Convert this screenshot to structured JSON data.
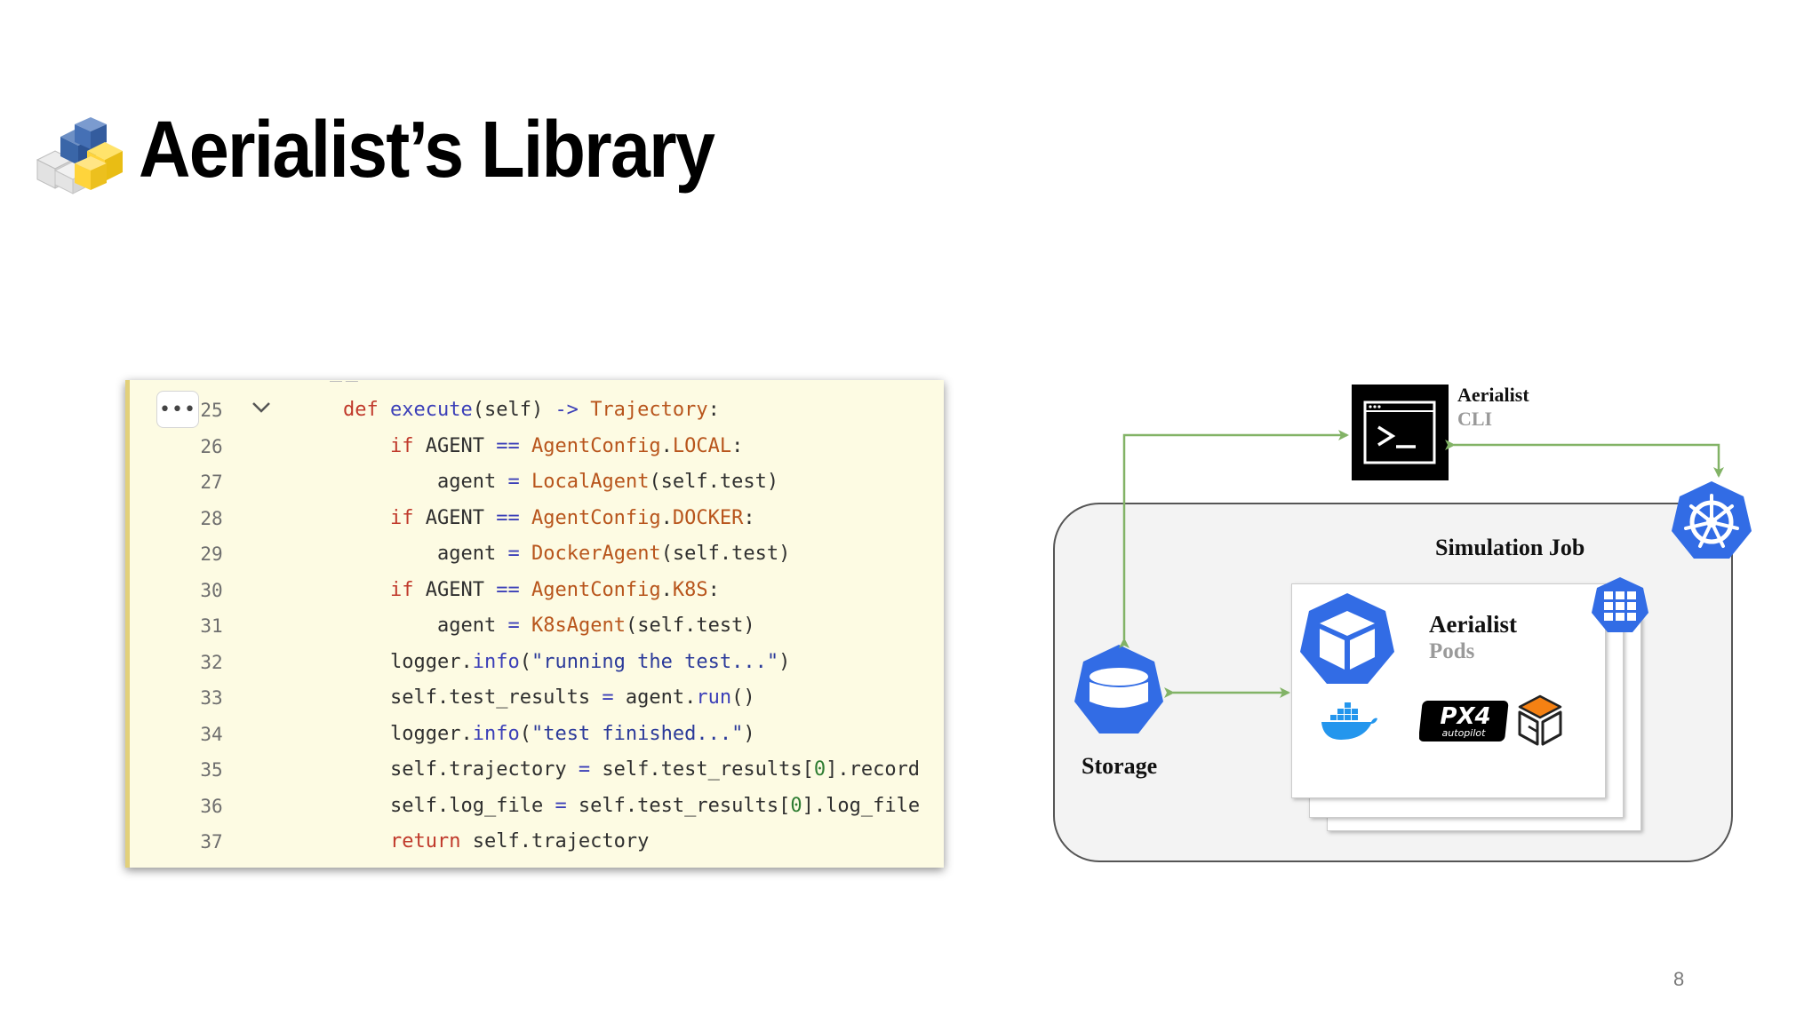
{
  "slide": {
    "title": "Aerialist’s Library",
    "page_number": "8"
  },
  "code": {
    "lines": [
      {
        "num": "25",
        "tokens": [
          {
            "t": "def",
            "c": "kw"
          },
          {
            "t": " "
          },
          {
            "t": "execute",
            "c": "fn"
          },
          {
            "t": "(self) "
          },
          {
            "t": "->",
            "c": "op"
          },
          {
            "t": " "
          },
          {
            "t": "Trajectory",
            "c": "ty"
          },
          {
            "t": ":"
          }
        ],
        "indent": 0
      },
      {
        "num": "26",
        "tokens": [
          {
            "t": "if",
            "c": "kw"
          },
          {
            "t": " AGENT "
          },
          {
            "t": "==",
            "c": "op"
          },
          {
            "t": " "
          },
          {
            "t": "AgentConfig",
            "c": "ty"
          },
          {
            "t": "."
          },
          {
            "t": "LOCAL",
            "c": "ty"
          },
          {
            "t": ":"
          }
        ],
        "indent": 1
      },
      {
        "num": "27",
        "tokens": [
          {
            "t": "agent "
          },
          {
            "t": "=",
            "c": "op"
          },
          {
            "t": " "
          },
          {
            "t": "LocalAgent",
            "c": "ty"
          },
          {
            "t": "(self.test)"
          }
        ],
        "indent": 2
      },
      {
        "num": "28",
        "tokens": [
          {
            "t": "if",
            "c": "kw"
          },
          {
            "t": " AGENT "
          },
          {
            "t": "==",
            "c": "op"
          },
          {
            "t": " "
          },
          {
            "t": "AgentConfig",
            "c": "ty"
          },
          {
            "t": "."
          },
          {
            "t": "DOCKER",
            "c": "ty"
          },
          {
            "t": ":"
          }
        ],
        "indent": 1
      },
      {
        "num": "29",
        "tokens": [
          {
            "t": "agent "
          },
          {
            "t": "=",
            "c": "op"
          },
          {
            "t": " "
          },
          {
            "t": "DockerAgent",
            "c": "ty"
          },
          {
            "t": "(self.test)"
          }
        ],
        "indent": 2
      },
      {
        "num": "30",
        "tokens": [
          {
            "t": "if",
            "c": "kw"
          },
          {
            "t": " AGENT "
          },
          {
            "t": "==",
            "c": "op"
          },
          {
            "t": " "
          },
          {
            "t": "AgentConfig",
            "c": "ty"
          },
          {
            "t": "."
          },
          {
            "t": "K8S",
            "c": "ty"
          },
          {
            "t": ":"
          }
        ],
        "indent": 1
      },
      {
        "num": "31",
        "tokens": [
          {
            "t": "agent "
          },
          {
            "t": "=",
            "c": "op"
          },
          {
            "t": " "
          },
          {
            "t": "K8sAgent",
            "c": "ty"
          },
          {
            "t": "(self.test)"
          }
        ],
        "indent": 2
      },
      {
        "num": "32",
        "tokens": [
          {
            "t": "logger."
          },
          {
            "t": "info",
            "c": "fn"
          },
          {
            "t": "("
          },
          {
            "t": "\"running the test...\"",
            "c": "st"
          },
          {
            "t": ")"
          }
        ],
        "indent": 1
      },
      {
        "num": "33",
        "tokens": [
          {
            "t": "self.test_results "
          },
          {
            "t": "=",
            "c": "op"
          },
          {
            "t": " agent."
          },
          {
            "t": "run",
            "c": "fn"
          },
          {
            "t": "()"
          }
        ],
        "indent": 1
      },
      {
        "num": "34",
        "tokens": [
          {
            "t": "logger."
          },
          {
            "t": "info",
            "c": "fn"
          },
          {
            "t": "("
          },
          {
            "t": "\"test finished...\"",
            "c": "st"
          },
          {
            "t": ")"
          }
        ],
        "indent": 1
      },
      {
        "num": "35",
        "tokens": [
          {
            "t": "self.trajectory "
          },
          {
            "t": "=",
            "c": "op"
          },
          {
            "t": " self.test_results["
          },
          {
            "t": "0",
            "c": "nm"
          },
          {
            "t": "].record"
          }
        ],
        "indent": 1
      },
      {
        "num": "36",
        "tokens": [
          {
            "t": "self.log_file "
          },
          {
            "t": "=",
            "c": "op"
          },
          {
            "t": " self.test_results["
          },
          {
            "t": "0",
            "c": "nm"
          },
          {
            "t": "].log_file"
          }
        ],
        "indent": 1
      },
      {
        "num": "37",
        "tokens": [
          {
            "t": "return",
            "c": "kw"
          },
          {
            "t": " self.trajectory"
          }
        ],
        "indent": 1
      }
    ],
    "more_button_label": "•••"
  },
  "diagram": {
    "cli_label_1": "Aerialist",
    "cli_label_2": "CLI",
    "sim_job_label": "Simulation Job",
    "pods_label_1": "Aerialist",
    "pods_label_2": "Pods",
    "storage_label": "Storage",
    "px4_label_1": "PX4",
    "px4_label_2": "autopilot",
    "colors": {
      "arrow": "#82b366",
      "k8s_blue": "#326ce5",
      "terminal_bg": "#000000"
    },
    "icons": [
      "python-library-icon",
      "terminal-icon",
      "kubernetes-icon",
      "grid-icon",
      "cube-icon",
      "storage-icon",
      "docker-icon",
      "px4-icon",
      "gazebo-icon"
    ]
  }
}
